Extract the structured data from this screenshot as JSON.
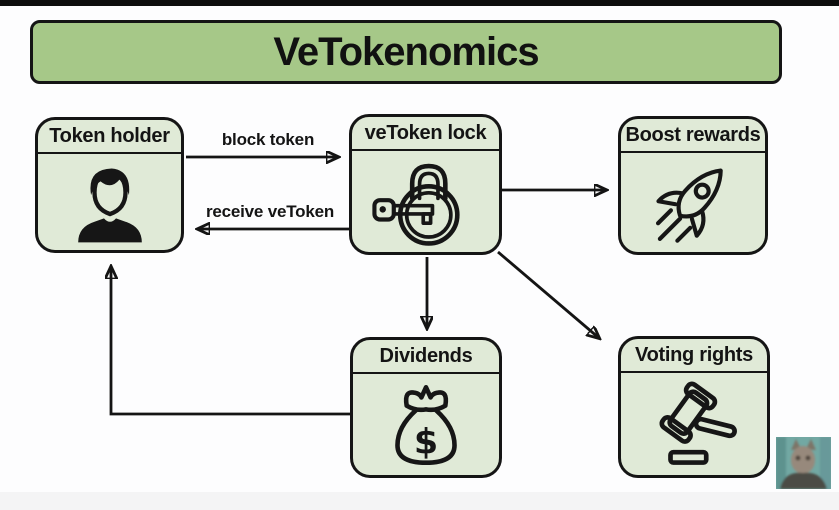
{
  "title": "VeTokenomics",
  "colors": {
    "banner_green": "#a6c888",
    "node_green": "#e0ead7",
    "outline_black": "#151515",
    "background": "#fdfdfe",
    "letterbox_top": "#0d0d0d",
    "letterbox_bottom": "#f4f4f5"
  },
  "nodes": {
    "token_holder": {
      "label": "Token holder",
      "icon": "person-icon"
    },
    "vetoken_lock": {
      "label": "veToken lock",
      "icon": "padlock-key-icon"
    },
    "boost_rewards": {
      "label": "Boost rewards",
      "icon": "rocket-icon"
    },
    "dividends": {
      "label": "Dividends",
      "icon": "money-bag-icon"
    },
    "voting_rights": {
      "label": "Voting rights",
      "icon": "gavel-icon"
    }
  },
  "edges": {
    "block_token": {
      "label": "block token",
      "from": "token_holder",
      "to": "vetoken_lock"
    },
    "receive_vetoken": {
      "label": "receive veToken",
      "from": "vetoken_lock",
      "to": "token_holder"
    },
    "lock_to_boost": {
      "label": "",
      "from": "vetoken_lock",
      "to": "boost_rewards"
    },
    "lock_to_dividends": {
      "label": "",
      "from": "vetoken_lock",
      "to": "dividends"
    },
    "lock_to_voting": {
      "label": "",
      "from": "vetoken_lock",
      "to": "voting_rights"
    },
    "dividends_to_holder": {
      "label": "",
      "from": "dividends",
      "to": "token_holder"
    }
  },
  "icons": {
    "money_bag_symbol": "$"
  },
  "overlay": {
    "webcam": "presenter-avatar"
  }
}
